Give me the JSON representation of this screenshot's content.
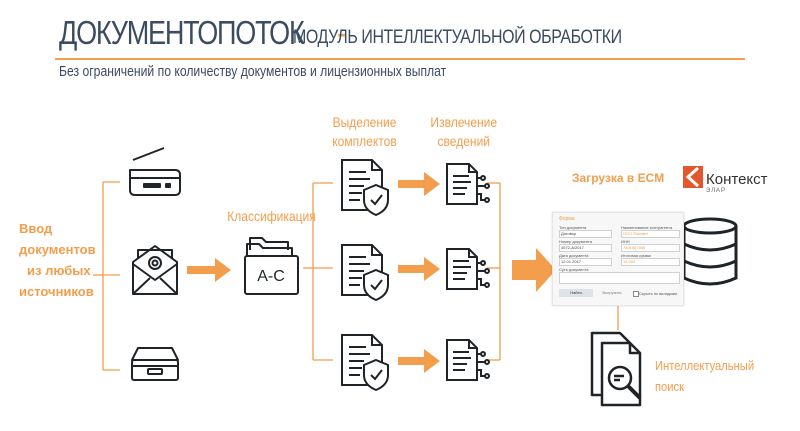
{
  "title": {
    "main": "ДОКУМЕНТОПОТОК",
    "dash": "-",
    "rest": "МОДУЛЬ ИНТЕЛЛЕКТУАЛЬНОЙ ОБРАБОТКИ"
  },
  "subtitle": "Без ограничений по количеству документов и лицензионных выплат",
  "labels": {
    "input": [
      "Ввод",
      "документов",
      "из любых",
      "источников"
    ],
    "classification": "Классификация",
    "sets": [
      "Выделение",
      "комплектов"
    ],
    "extraction": [
      "Извлечение",
      "сведений"
    ],
    "ecm": "Загрузка в ECM",
    "search": [
      "Интеллектуальный",
      "поиск"
    ]
  },
  "folder_text": "A-C",
  "logo": {
    "name": "Контекст",
    "sub": "ЭЛАР"
  },
  "ecm_form": {
    "header": "Форма",
    "doc_type_label": "Тип документа",
    "doc_type_value": "Договор",
    "contractor_label": "Наименование контрагента",
    "contractor_value": "ООО Рассвет",
    "doc_number_label": "Номер документа",
    "doc_number_value": "4572-А/2017",
    "inn_label": "ИНН",
    "inn_value": "7801667856",
    "doc_date_label": "Дата документа",
    "doc_date_value": "12.01.2017",
    "amount_label": "Итоговая сумма",
    "amount_value": "15 000",
    "content_label": "Суть документа",
    "save_button": "Найти",
    "cancel_button": "Выгрузить",
    "checkbox_label": "Скрыть по вкладкам"
  },
  "colors": {
    "accent": "#f29e4c",
    "icon": "#1f2428",
    "title": "#3b4b60",
    "line": "#f29e4c"
  },
  "icons": [
    "scanner-icon",
    "email-icon",
    "inbox-tray-icon",
    "folder-ac-icon",
    "document-shield-icon",
    "document-extract-icon",
    "database-icon",
    "search-document-icon"
  ]
}
